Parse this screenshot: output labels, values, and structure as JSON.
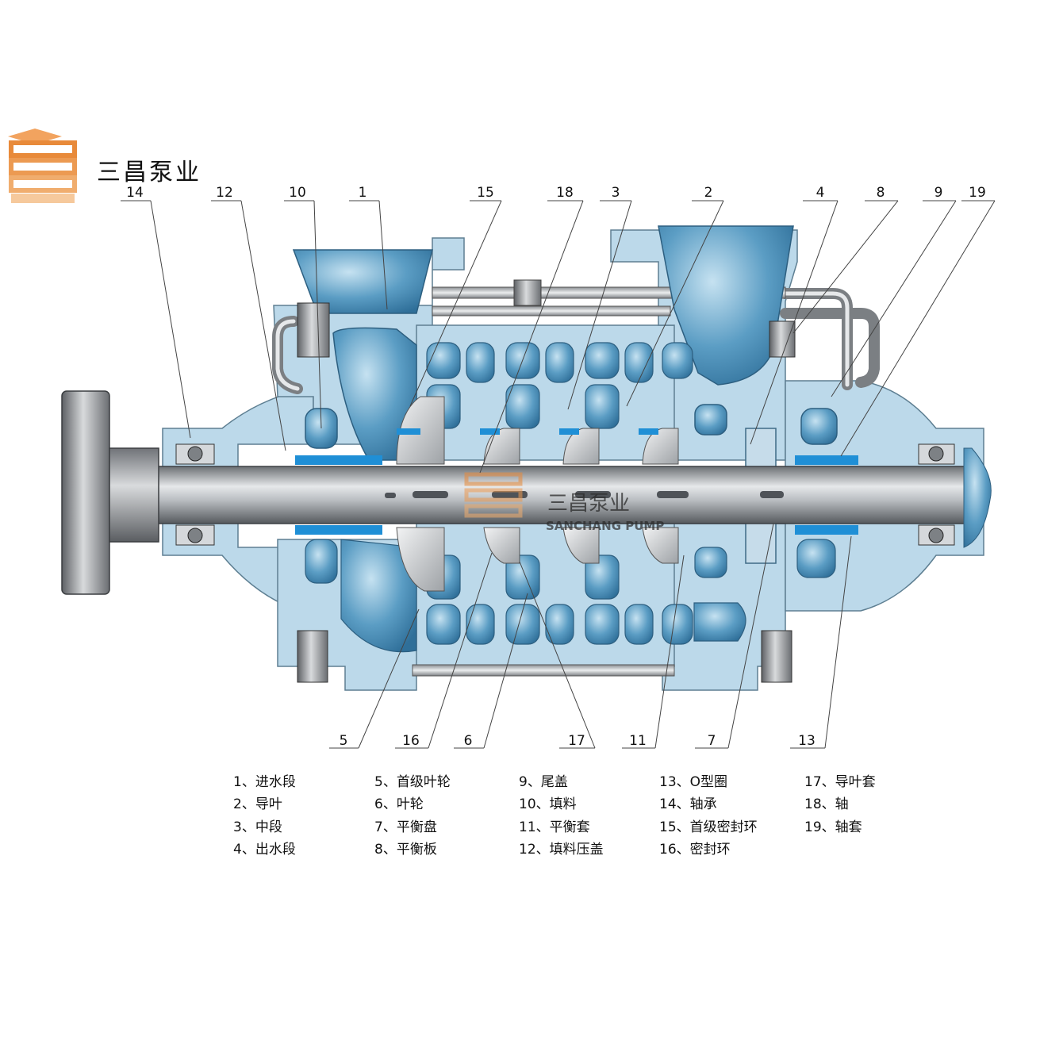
{
  "brand": {
    "name": "三昌泵业",
    "watermark_name": "三昌泵业",
    "watermark_en": "SANCHANG PUMP",
    "colors": {
      "logo_orange": "#e88a3a",
      "water_blue": "#4a8fb8",
      "casing_light": "#bcd9ea",
      "seal_blue": "#1f8fd6"
    }
  },
  "callouts": {
    "top": [
      "14",
      "12",
      "10",
      "1",
      "15",
      "18",
      "3",
      "2",
      "4",
      "8",
      "9",
      "19"
    ],
    "bottom": [
      "5",
      "16",
      "6",
      "17",
      "11",
      "7",
      "13"
    ]
  },
  "legend": [
    [
      "1、进水段",
      "2、导叶",
      "3、中段",
      "4、出水段"
    ],
    [
      "5、首级叶轮",
      "6、叶轮",
      "7、平衡盘",
      "8、平衡板"
    ],
    [
      "9、尾盖",
      "10、填料",
      "11、平衡套",
      "12、填料压盖"
    ],
    [
      "13、O型圈",
      "14、轴承",
      "15、首级密封环",
      "16、密封环"
    ],
    [
      "17、导叶套",
      "18、轴",
      "19、轴套"
    ]
  ]
}
